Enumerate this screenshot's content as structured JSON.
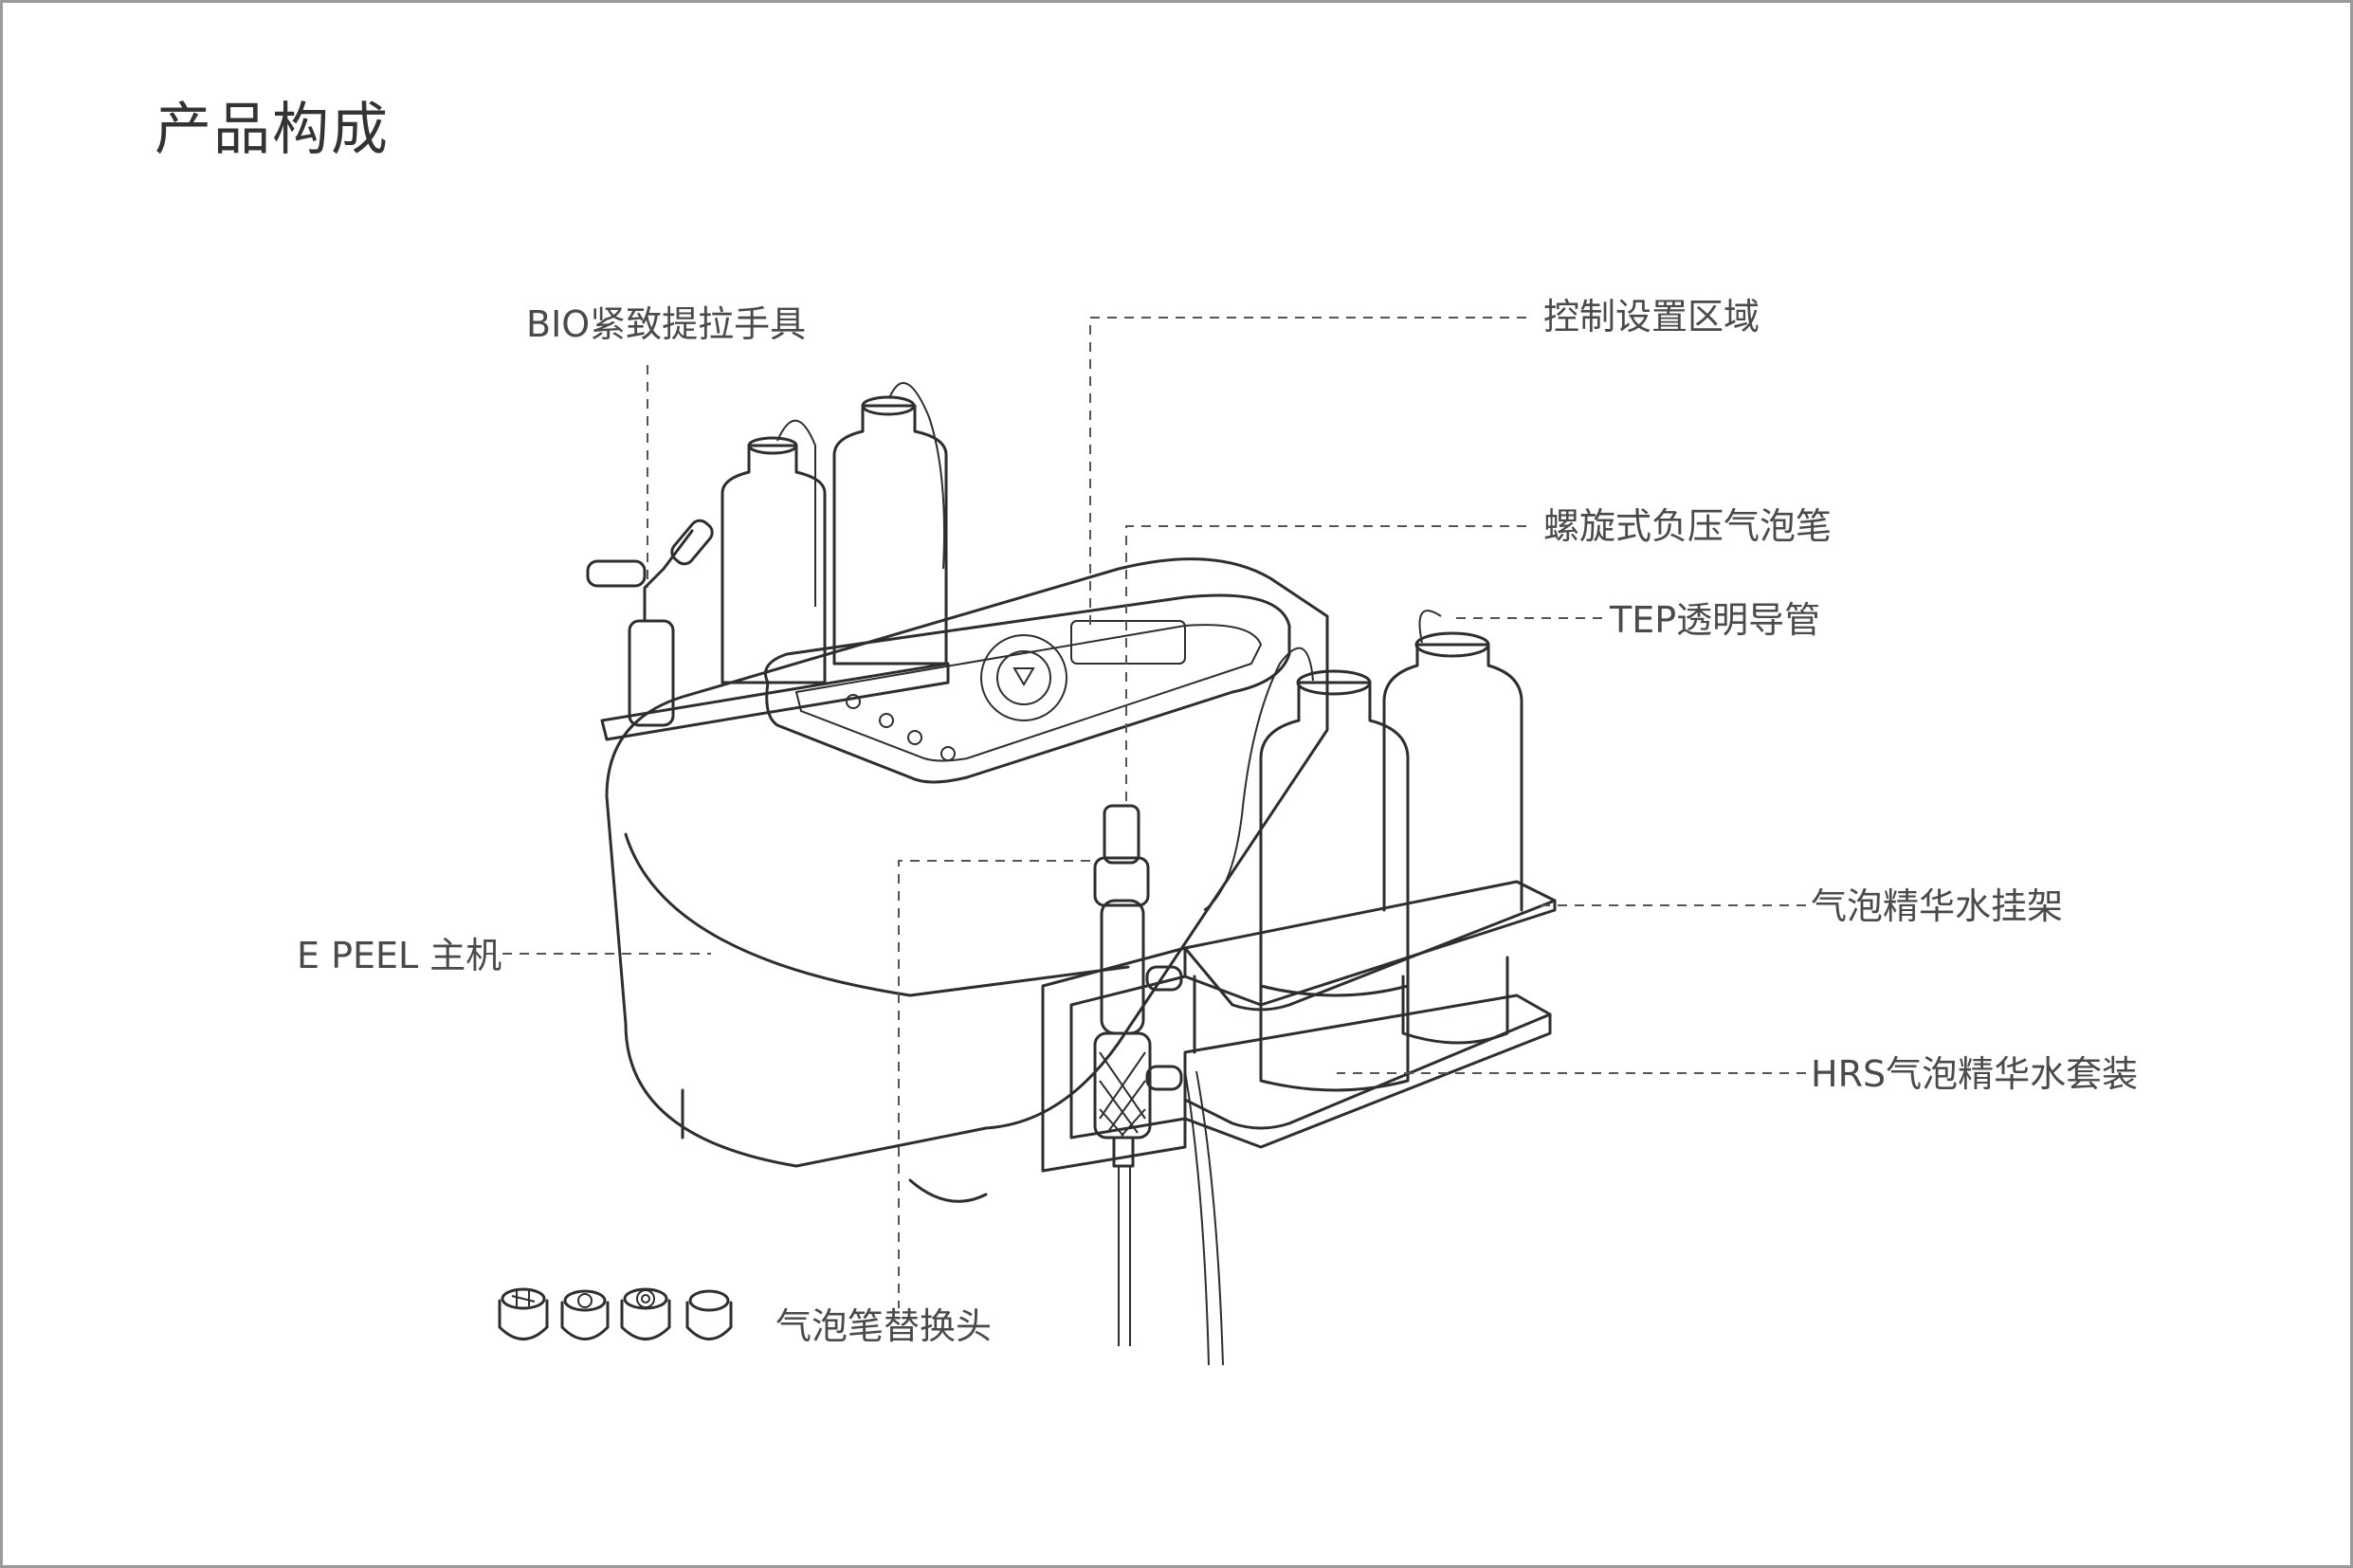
{
  "page": {
    "title": "产品构成"
  },
  "labels": {
    "bio_handpiece": "BIO紧致提拉手具",
    "control_area": "控制设置区域",
    "spiral_bubble_pen": "螺旋式负压气泡笔",
    "tep_tube": "TEP透明导管",
    "main_unit": "E PEEL 主机",
    "bottle_rack": "气泡精华水挂架",
    "hrs_set": "HRS气泡精华水套装",
    "replacement_heads": "气泡笔替换头"
  },
  "colors": {
    "line": "#2e2e2e",
    "text": "#4a4a4a",
    "frame": "#9a9a9a",
    "background": "#ffffff"
  }
}
